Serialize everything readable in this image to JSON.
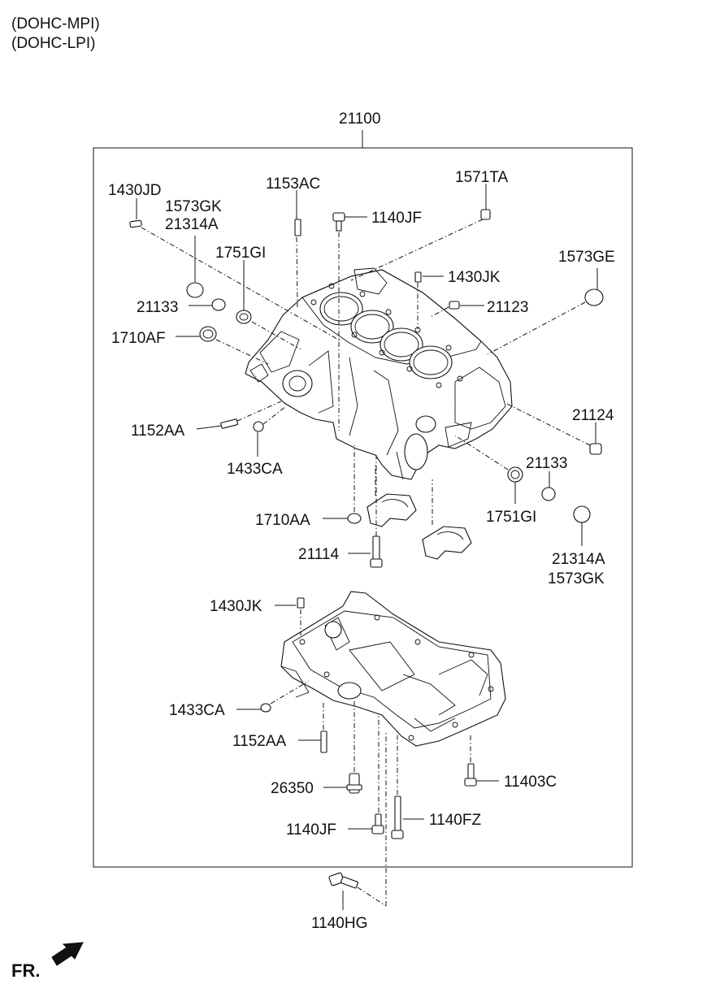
{
  "header": {
    "variant_1": "(DOHC-MPI)",
    "variant_2": "(DOHC-LPI)"
  },
  "assembly_label": "21100",
  "front_label": "FR.",
  "callouts": {
    "c1430jd": "1430JD",
    "c1573gk_top": "1573GK",
    "c21314a_top": "21314A",
    "c1153ac": "1153AC",
    "c1140jf_top": "1140JF",
    "c1571ta": "1571TA",
    "c1751gi_top": "1751GI",
    "c1573ge": "1573GE",
    "c1430jk_top": "1430JK",
    "c21133_left": "21133",
    "c21123": "21123",
    "c1710af": "1710AF",
    "c1152aa_top": "1152AA",
    "c21124": "21124",
    "c1433ca_top": "1433CA",
    "c21133_right": "21133",
    "c1710aa": "1710AA",
    "c1751gi_bottom": "1751GI",
    "c21114": "21114",
    "c21314a_bottom": "21314A",
    "c1573gk_bottom": "1573GK",
    "c1430jk_bottom": "1430JK",
    "c1433ca_bottom": "1433CA",
    "c1152aa_bottom": "1152AA",
    "c11403c": "11403C",
    "c26350": "26350",
    "c1140fz": "1140FZ",
    "c1140jf_bottom": "1140JF",
    "c1140hg": "1140HG"
  }
}
